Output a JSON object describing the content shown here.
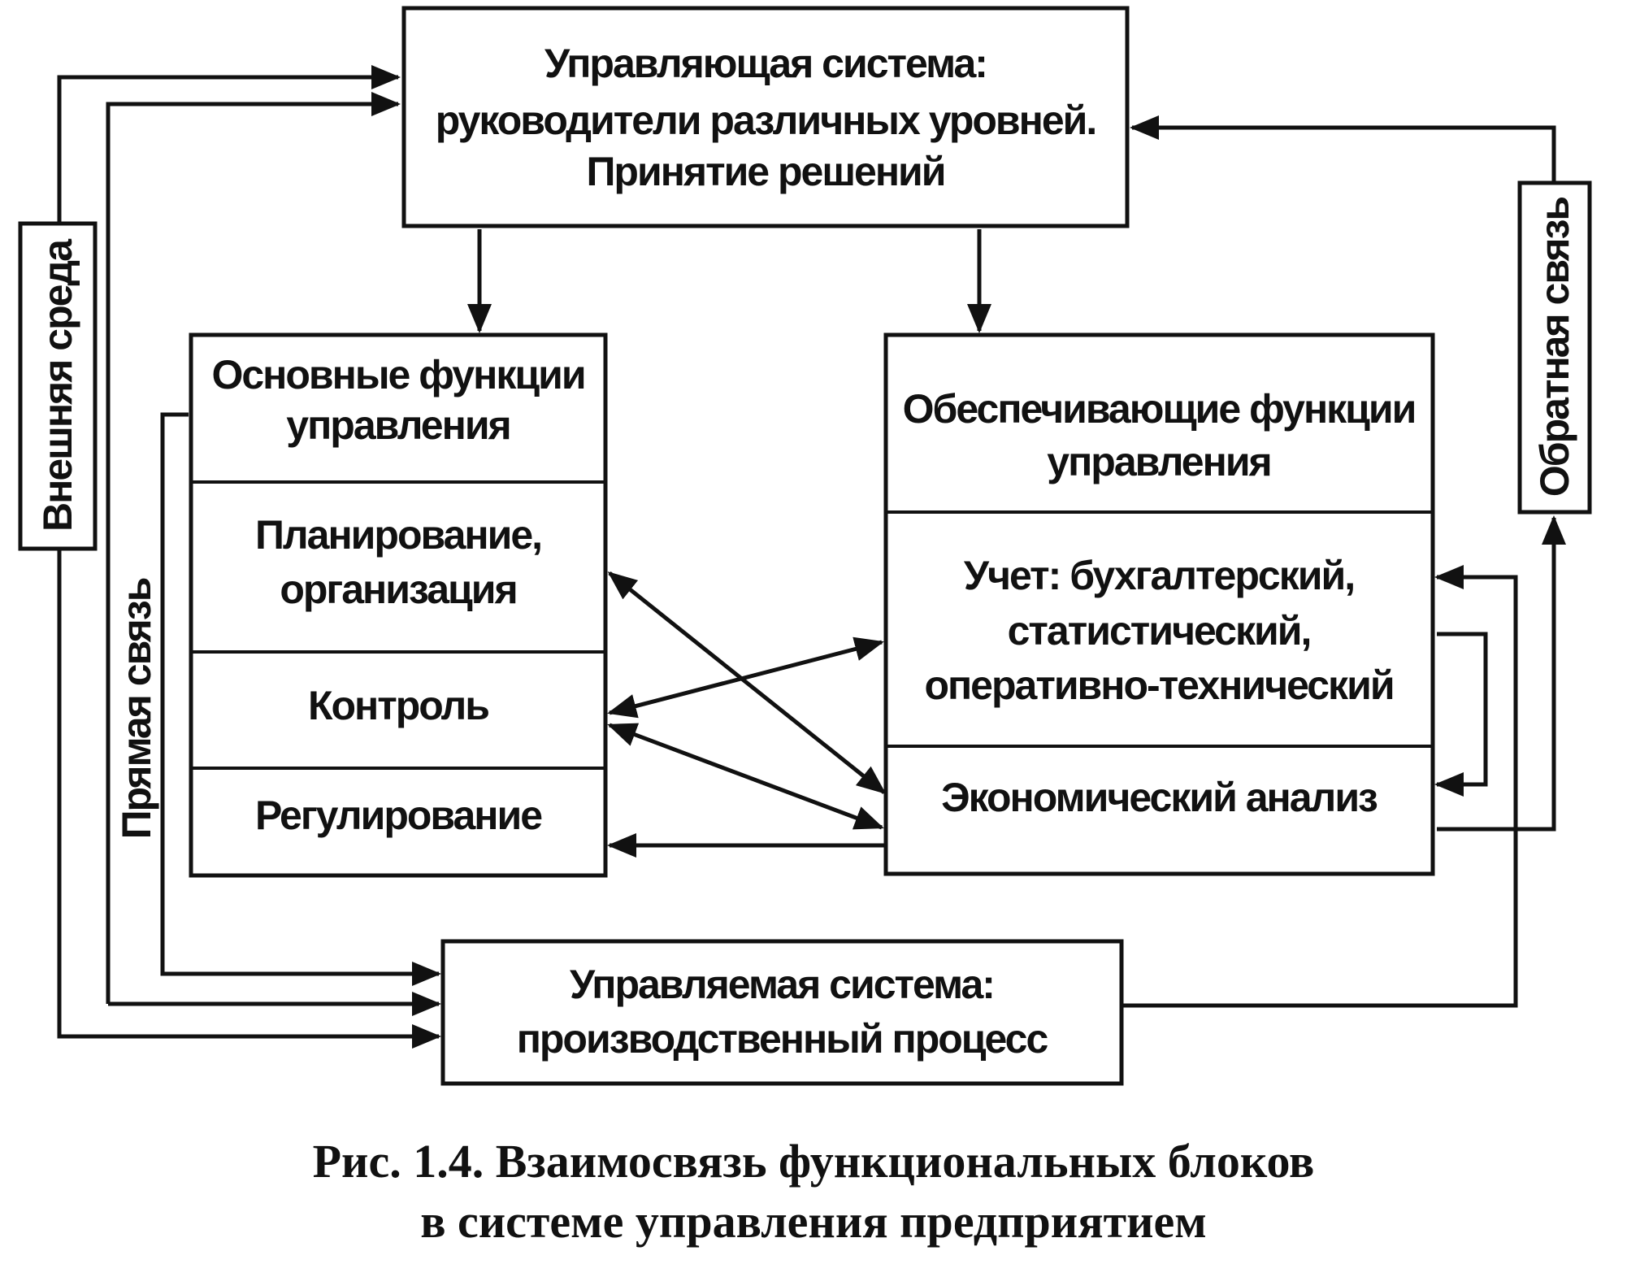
{
  "diagram": {
    "control_system": {
      "lines": [
        "Управляющая система:",
        "руководители различных уровней.",
        "Принятие решений"
      ]
    },
    "basic_functions": {
      "header": [
        "Основные функции",
        "управления"
      ],
      "planning": [
        "Планирование,",
        "организация"
      ],
      "control": "Контроль",
      "regulation": "Регулирование"
    },
    "support_functions": {
      "header": [
        "Обеспечивающие функции",
        "управления"
      ],
      "accounting": [
        "Учет: бухгалтерский,",
        "статистический,",
        "оперативно-технический"
      ],
      "analysis": "Экономический анализ"
    },
    "managed_system": {
      "lines": [
        "Управляемая система:",
        "производственный процесс"
      ]
    },
    "side_labels": {
      "external_env": "Внешняя среда",
      "direct_link": "Прямая связь",
      "feedback": "Обратная связь"
    }
  },
  "caption": {
    "line1": "Рис. 1.4. Взаимосвязь функциональных блоков",
    "line2": "в системе управления предприятием"
  }
}
